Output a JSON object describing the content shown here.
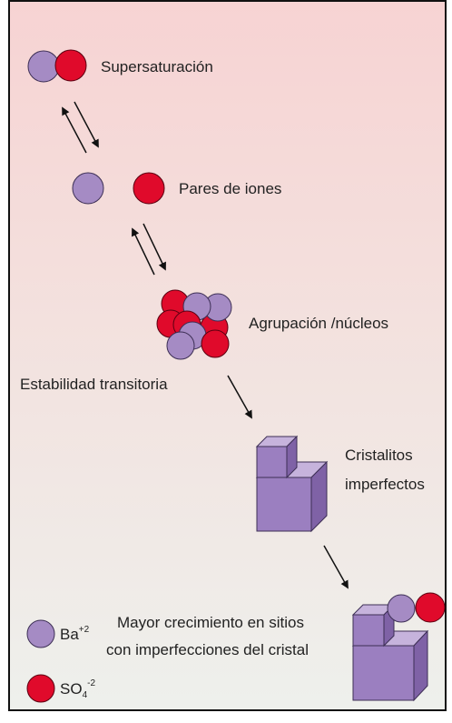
{
  "stages": {
    "supersaturation": "Supersaturación",
    "ion_pairs": "Pares de iones",
    "nuclei": "Agrupación /núcleos",
    "transient_stability": "Estabilidad transitoria",
    "imperfect_crystallites_line1": "Cristalitos",
    "imperfect_crystallites_line2": "imperfectos",
    "growth_line1": "Mayor crecimiento en sitios",
    "growth_line2": "con imperfecciones del cristal"
  },
  "legend": {
    "barium_base": "Ba",
    "barium_charge": "+2",
    "sulfate_base": "SO",
    "sulfate_sub": "4",
    "sulfate_charge": "-2"
  },
  "colors": {
    "barium": "#a58bc4",
    "sulfate": "#e00a2b",
    "crystal_front": "#9b7fc0",
    "crystal_top": "#c6b3dc",
    "crystal_side": "#7f62a6",
    "arrow": "#111111"
  }
}
